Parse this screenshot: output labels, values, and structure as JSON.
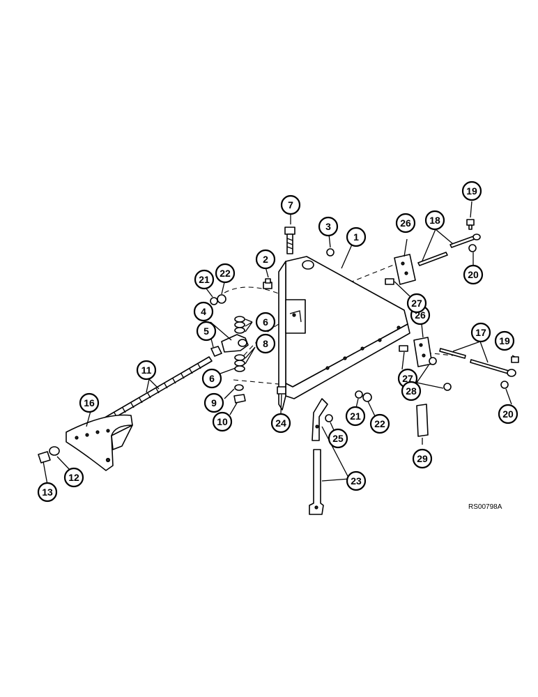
{
  "diagram": {
    "reference_code": "RS00798A",
    "callouts": [
      {
        "id": "c1",
        "label": "1"
      },
      {
        "id": "c2",
        "label": "2"
      },
      {
        "id": "c3",
        "label": "3"
      },
      {
        "id": "c4",
        "label": "4"
      },
      {
        "id": "c5",
        "label": "5"
      },
      {
        "id": "c6a",
        "label": "6"
      },
      {
        "id": "c6b",
        "label": "6"
      },
      {
        "id": "c7",
        "label": "7"
      },
      {
        "id": "c8",
        "label": "8"
      },
      {
        "id": "c9",
        "label": "9"
      },
      {
        "id": "c10",
        "label": "10"
      },
      {
        "id": "c11",
        "label": "11"
      },
      {
        "id": "c12",
        "label": "12"
      },
      {
        "id": "c13",
        "label": "13"
      },
      {
        "id": "c16",
        "label": "16"
      },
      {
        "id": "c17",
        "label": "17"
      },
      {
        "id": "c18",
        "label": "18"
      },
      {
        "id": "c19a",
        "label": "19"
      },
      {
        "id": "c19b",
        "label": "19"
      },
      {
        "id": "c20a",
        "label": "20"
      },
      {
        "id": "c20b",
        "label": "20"
      },
      {
        "id": "c21a",
        "label": "21"
      },
      {
        "id": "c21b",
        "label": "21"
      },
      {
        "id": "c22a",
        "label": "22"
      },
      {
        "id": "c22b",
        "label": "22"
      },
      {
        "id": "c23",
        "label": "23"
      },
      {
        "id": "c24",
        "label": "24"
      },
      {
        "id": "c25",
        "label": "25"
      },
      {
        "id": "c26a",
        "label": "26"
      },
      {
        "id": "c26b",
        "label": "26"
      },
      {
        "id": "c27a",
        "label": "27"
      },
      {
        "id": "c27b",
        "label": "27"
      },
      {
        "id": "c28",
        "label": "28"
      },
      {
        "id": "c29",
        "label": "29"
      }
    ]
  }
}
